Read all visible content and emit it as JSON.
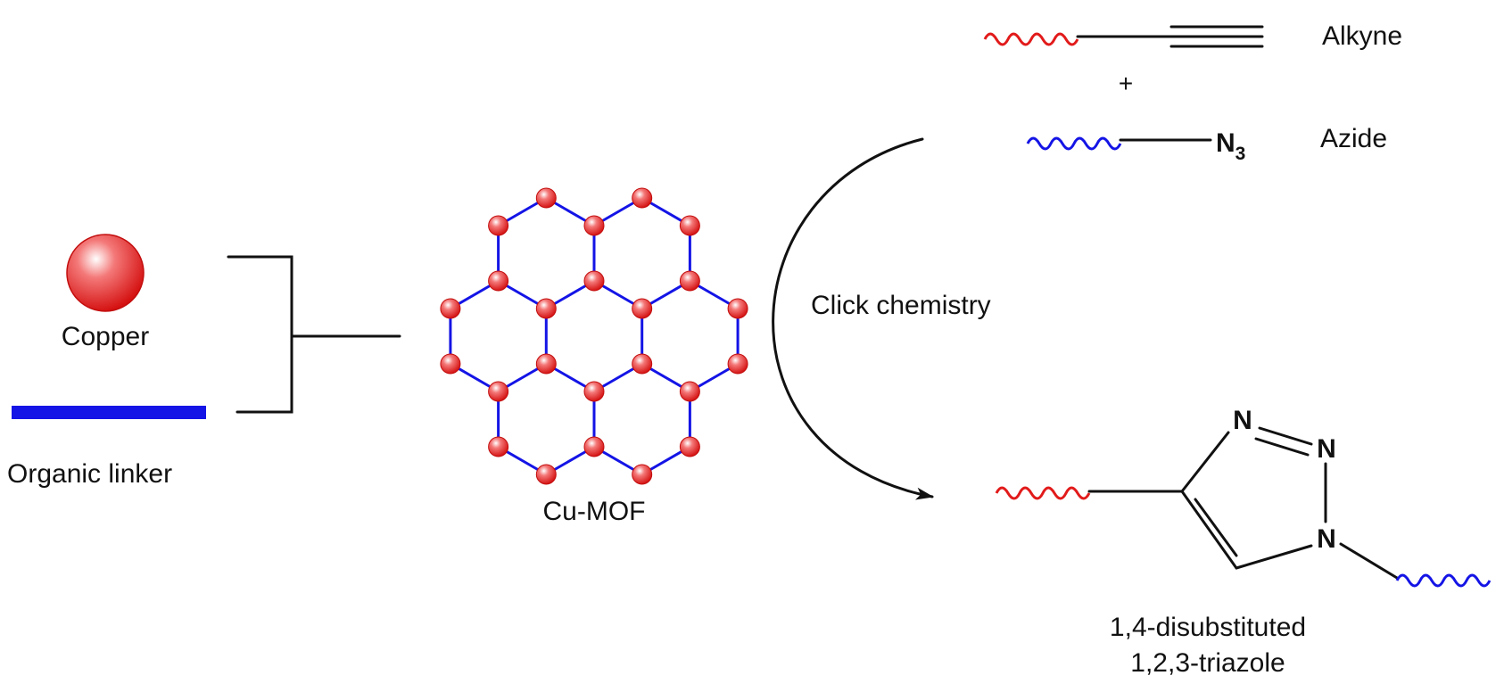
{
  "colors": {
    "copper": "#e21a1a",
    "linker": "#1414e6",
    "alkyne_chain": "#e21a1a",
    "azide_chain": "#1414e6",
    "bond": "#111111"
  },
  "labels": {
    "copper": "Copper",
    "organic_linker": "Organic linker",
    "cu_mof": "Cu-MOF",
    "click_chemistry": "Click chemistry",
    "alkyne": "Alkyne",
    "plus": "+",
    "azide": "Azide",
    "azide_group": "N",
    "azide_subscript": "3",
    "product_line1": "1,4-disubstituted",
    "product_line2": "1,2,3-triazole"
  },
  "triazole_atoms": [
    "N",
    "N",
    "N"
  ]
}
